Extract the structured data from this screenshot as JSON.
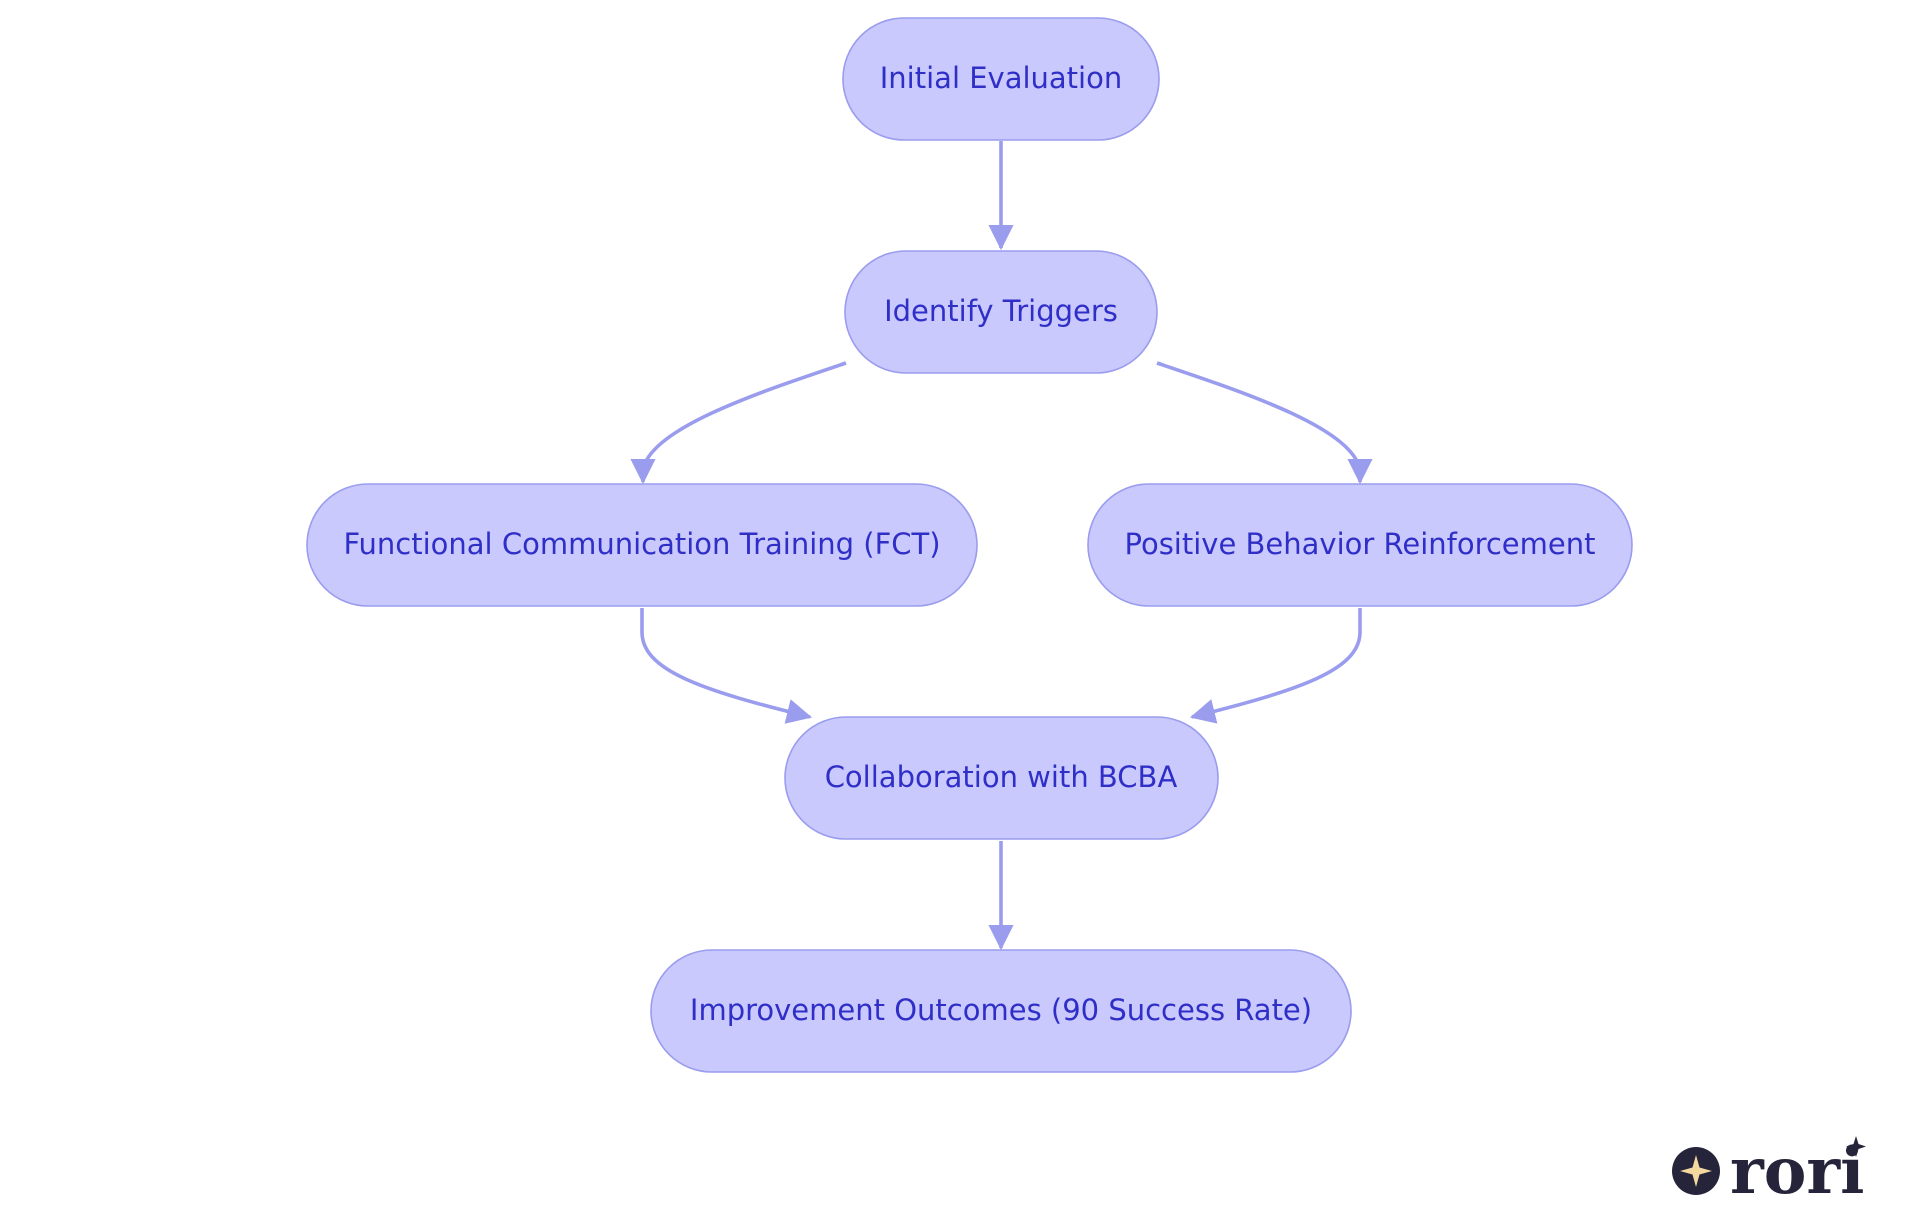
{
  "diagram": {
    "nodes": [
      {
        "id": "initial",
        "label": "Initial Evaluation"
      },
      {
        "id": "triggers",
        "label": "Identify Triggers"
      },
      {
        "id": "fct",
        "label": "Functional Communication Training (FCT)"
      },
      {
        "id": "pbr",
        "label": "Positive Behavior Reinforcement"
      },
      {
        "id": "bcba",
        "label": "Collaboration with BCBA"
      },
      {
        "id": "outcomes",
        "label": "Improvement Outcomes (90 Success Rate)"
      }
    ],
    "edges": [
      {
        "from": "initial",
        "to": "triggers"
      },
      {
        "from": "triggers",
        "to": "fct"
      },
      {
        "from": "triggers",
        "to": "pbr"
      },
      {
        "from": "fct",
        "to": "bcba"
      },
      {
        "from": "pbr",
        "to": "bcba"
      },
      {
        "from": "bcba",
        "to": "outcomes"
      }
    ],
    "colors": {
      "node_fill": "#c9c9fd",
      "node_stroke": "#9a9cee",
      "node_text": "#2f2fc8",
      "edge": "#9a9cee"
    }
  },
  "logo": {
    "wordmark": "rori",
    "icon": "sparkle-icon",
    "colors": {
      "dark": "#25243a",
      "accent": "#f3d9a0"
    }
  }
}
